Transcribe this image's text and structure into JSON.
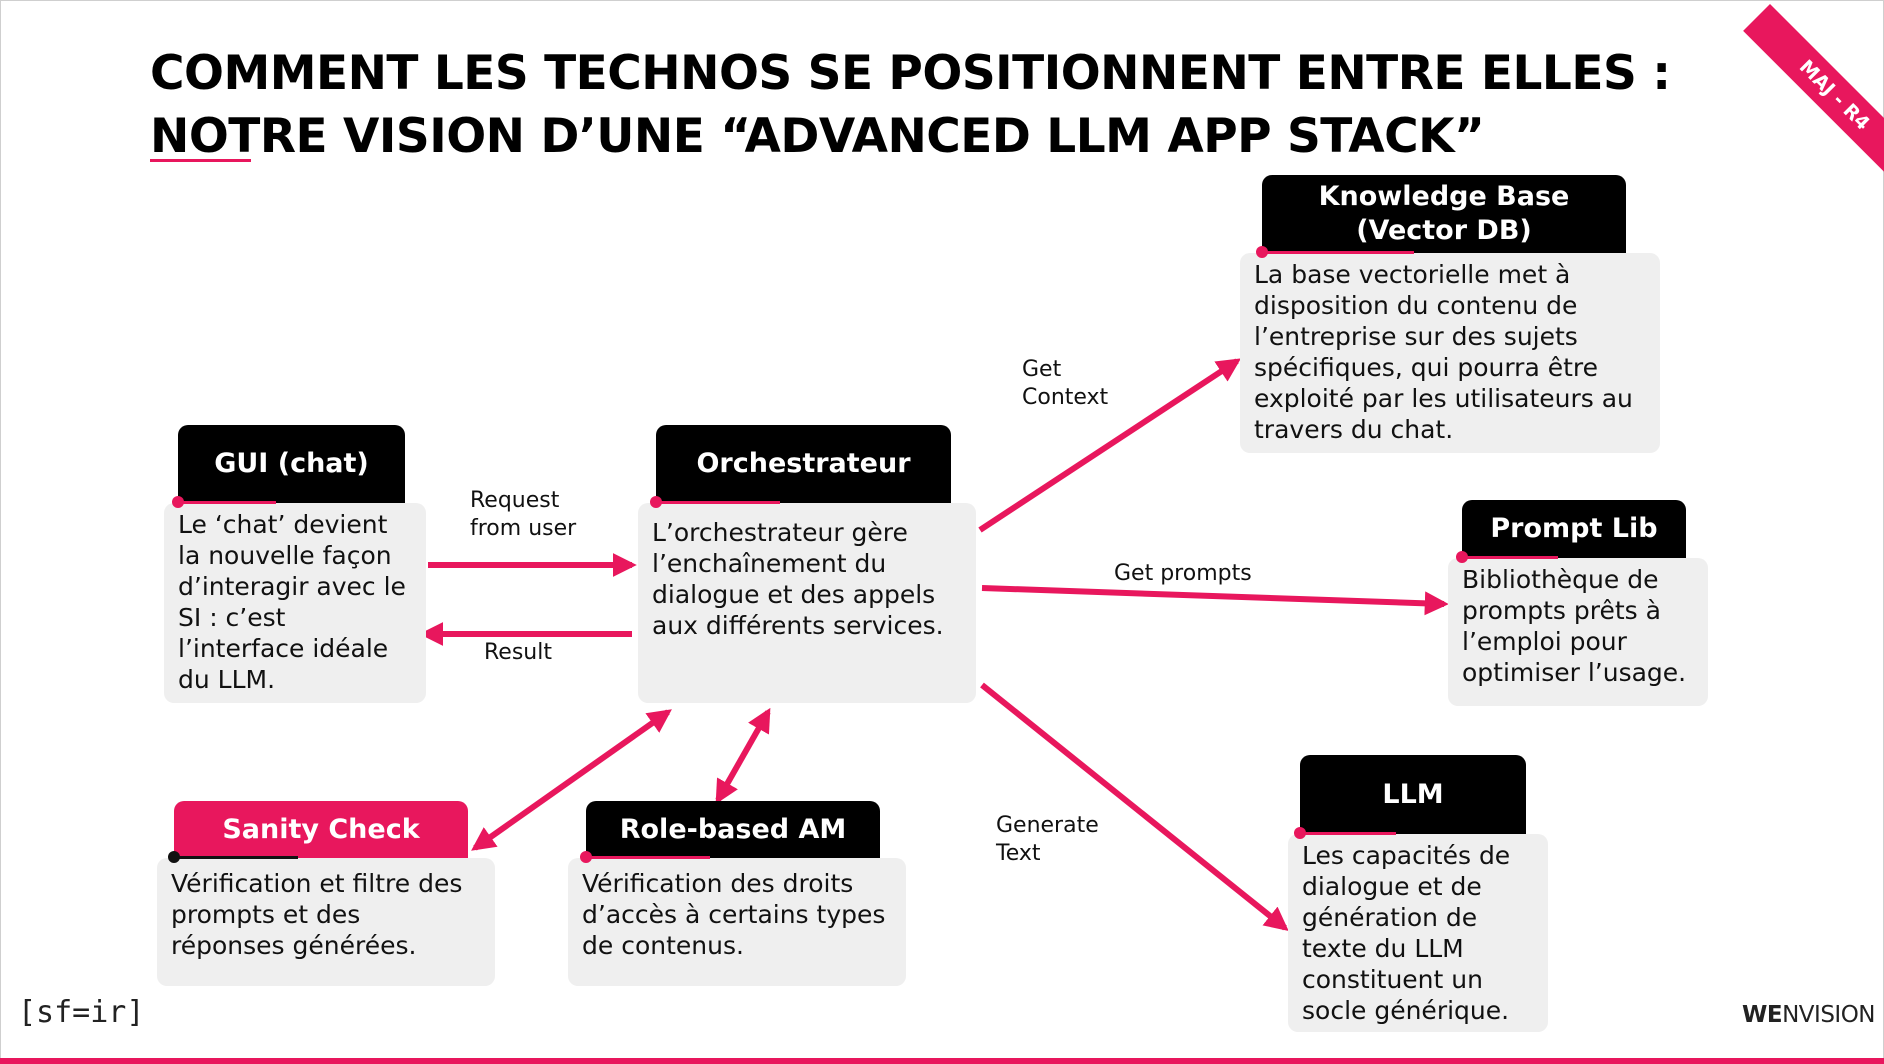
{
  "title": {
    "line1": "COMMENT LES TECHNOS SE POSITIONNENT ENTRE ELLES :",
    "line2": "NOTRE VISION D’UNE “ADVANCED LLM APP STACK”"
  },
  "ribbon": "MAJ - R4",
  "nodes": {
    "gui": {
      "title": "GUI (chat)",
      "text": "Le ‘chat’ devient la nouvelle façon d’interagir avec le SI : c’est l’interface idéale du LLM."
    },
    "orchestrateur": {
      "title": "Orchestrateur",
      "text": "L’orchestrateur gère l’enchaînement du dialogue et des appels aux différents services."
    },
    "knowledge": {
      "title_line1": "Knowledge Base",
      "title_line2": "(Vector DB)",
      "text": "La base vectorielle met à disposition du contenu de l’entreprise sur des sujets spécifiques, qui pourra être exploité par les utilisateurs au travers du chat."
    },
    "prompt_lib": {
      "title": "Prompt Lib",
      "text": "Bibliothèque de prompts prêts à l’emploi pour optimiser l’usage."
    },
    "llm": {
      "title": "LLM",
      "text": "Les capacités de dialogue et de génération de texte du LLM constituent un socle générique."
    },
    "sanity": {
      "title": "Sanity Check",
      "text": "Vérification et filtre des prompts et des réponses générées."
    },
    "rbam": {
      "title": "Role-based AM",
      "text": "Vérification des droits d’accès à certains types de contenus."
    }
  },
  "edges": {
    "request": {
      "line1": "Request",
      "line2": "from user"
    },
    "result": "Result",
    "get_context": {
      "line1": "Get",
      "line2": "Context"
    },
    "get_prompts": "Get prompts",
    "generate_text": {
      "line1": "Generate",
      "line2": "Text"
    }
  },
  "logos": {
    "left": "[sf=ir]",
    "right_bold": "WE",
    "right_rest": "NVISION"
  },
  "colors": {
    "accent": "#e8175d",
    "tab": "#000000",
    "card": "#efefef"
  }
}
